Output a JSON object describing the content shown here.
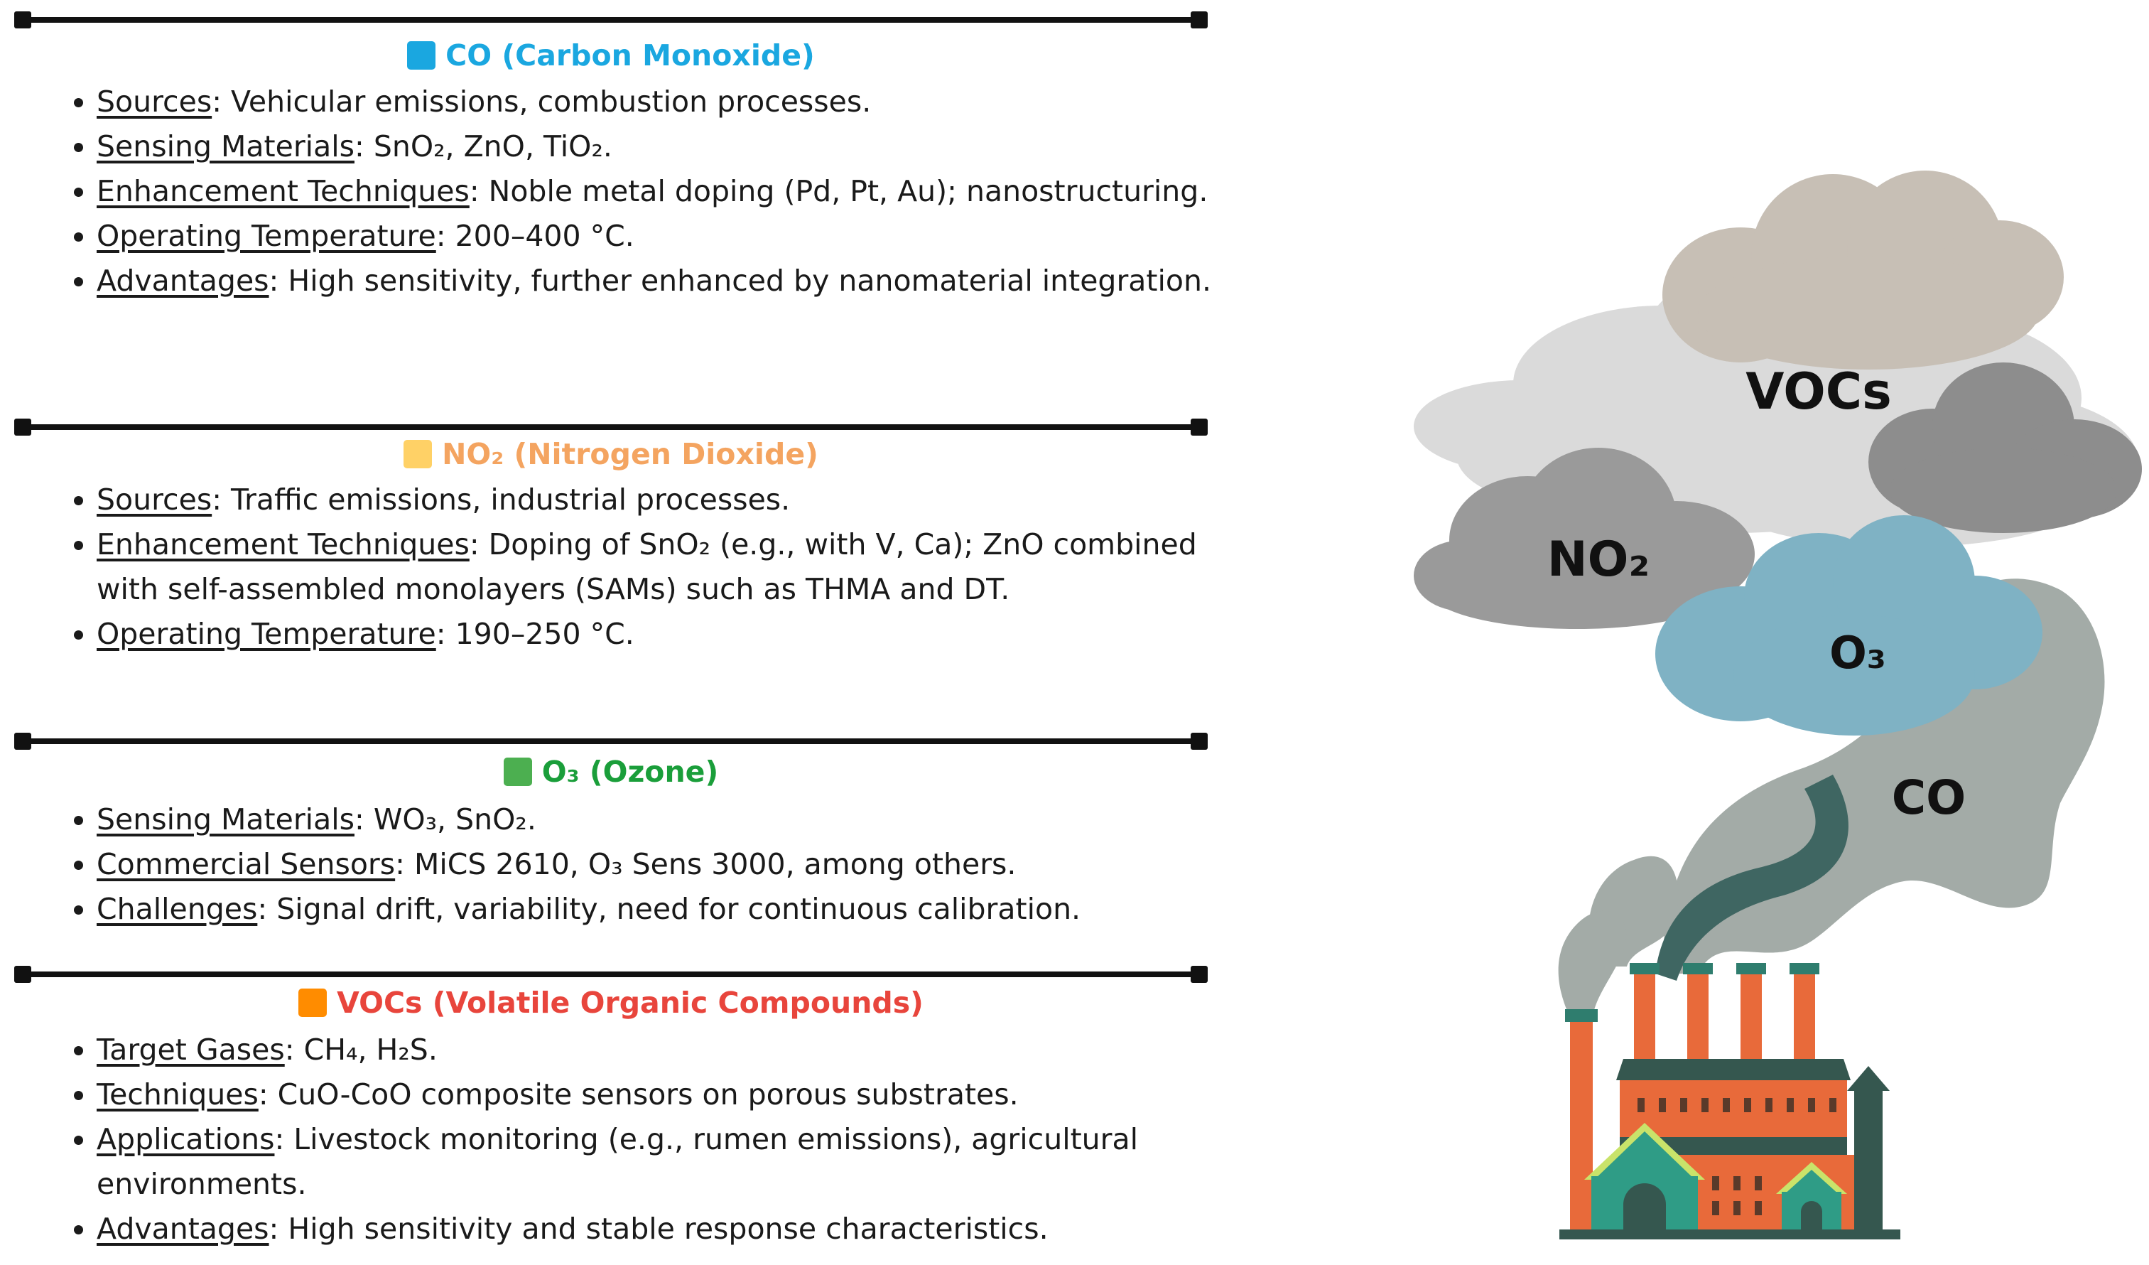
{
  "colors": {
    "co": "#1aa7e0",
    "no2": "#f4a460",
    "o3": "#1a9e3a",
    "vocs": "#e8453c",
    "sq_co": "#1aa7e0",
    "sq_no2": "#ffd166",
    "sq_o3": "#4caf50",
    "sq_vocs": "#ff8c00"
  },
  "sections": {
    "co": {
      "title": "CO (Carbon Monoxide)",
      "items": [
        {
          "key": "Sources",
          "text": ": Vehicular emissions, combustion processes."
        },
        {
          "key": "Sensing Materials",
          "text": ": SnO₂, ZnO, TiO₂."
        },
        {
          "key": "Enhancement Techniques",
          "text": ": Noble metal doping (Pd, Pt, Au); nanostructuring."
        },
        {
          "key": "Operating Temperature",
          "text": ": 200–400 °C."
        },
        {
          "key": "Advantages",
          "text": ": High sensitivity, further enhanced by nanomaterial integration."
        }
      ]
    },
    "no2": {
      "title": "NO₂ (Nitrogen Dioxide)",
      "items": [
        {
          "key": "Sources",
          "text": ": Traffic emissions, industrial processes."
        },
        {
          "key": "Enhancement Techniques",
          "text": ": Doping of SnO₂ (e.g., with V, Ca); ZnO combined with self-assembled monolayers (SAMs) such as THMA and DT."
        },
        {
          "key": "Operating Temperature",
          "text": ": 190–250 °C."
        }
      ]
    },
    "o3": {
      "title": "O₃ (Ozone)",
      "items": [
        {
          "key": "Sensing Materials",
          "text": ": WO₃, SnO₂."
        },
        {
          "key": "Commercial Sensors",
          "text": ": MiCS 2610, O₃ Sens 3000, among others."
        },
        {
          "key": "Challenges",
          "text": ": Signal drift, variability, need for continuous calibration."
        }
      ]
    },
    "vocs": {
      "title": "VOCs (Volatile Organic Compounds)",
      "items": [
        {
          "key": "Target Gases",
          "text": ": CH₄, H₂S."
        },
        {
          "key": "Techniques",
          "text": ": CuO-CoO composite sensors on porous substrates."
        },
        {
          "key": "Applications",
          "text": ": Livestock monitoring (e.g., rumen emissions), agricultural environments."
        },
        {
          "key": "Advantages",
          "text": ": High sensitivity and stable response characteristics."
        }
      ]
    }
  },
  "illustration": {
    "labels": {
      "vocs": "VOCs",
      "no2": "NO₂",
      "o3": "O₃",
      "co": "CO"
    }
  }
}
